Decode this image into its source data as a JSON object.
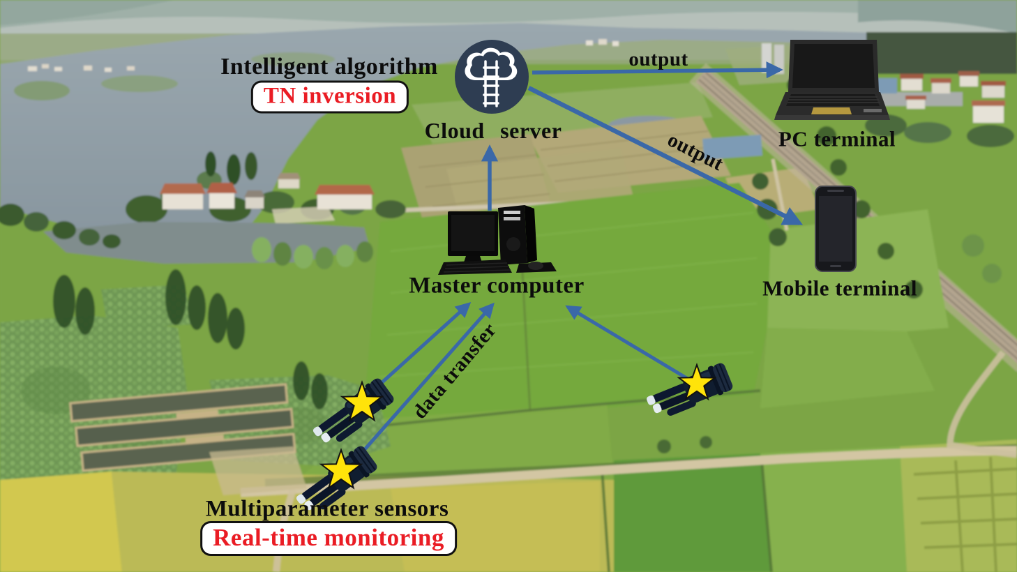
{
  "scene": {
    "type": "aerial-photo-of-farmland",
    "features": [
      "river",
      "lakeside village",
      "fish pond",
      "lotus ponds",
      "experimental paddy plots",
      "rice fields",
      "dirt road",
      "railway",
      "distant town"
    ]
  },
  "nodes": {
    "algorithm": {
      "title": "Intelligent algorithm",
      "badge": "TN inversion"
    },
    "cloud_server": {
      "label": "Cloud server",
      "icon": "cloud-ladder-icon"
    },
    "pc_terminal": {
      "label": "PC terminal",
      "icon": "laptop-icon"
    },
    "mobile_terminal": {
      "label": "Mobile terminal",
      "icon": "smartphone-icon"
    },
    "master_computer": {
      "label": "Master computer",
      "icon": "desktop-computer-icon"
    },
    "sensors": {
      "label": "Multiparameter sensors",
      "badge": "Real-time monitoring",
      "icon": "sensor-probe-icon",
      "count": 3,
      "marker": "star-icon"
    }
  },
  "edges": {
    "cloud_to_pc": {
      "label": "output"
    },
    "cloud_to_mobile": {
      "label": "output"
    },
    "master_to_cloud": {
      "label": ""
    },
    "sensors_to_master": {
      "label": "data transfer"
    }
  },
  "colors": {
    "arrow_blue": "#3a68a8",
    "accent_red": "#ea1c24",
    "cloud_navy": "#2e3d52",
    "star_yellow": "#ffe30a",
    "callout_bg": "#ffffff",
    "callout_border": "#111111",
    "text_black": "#0c0c0c"
  }
}
